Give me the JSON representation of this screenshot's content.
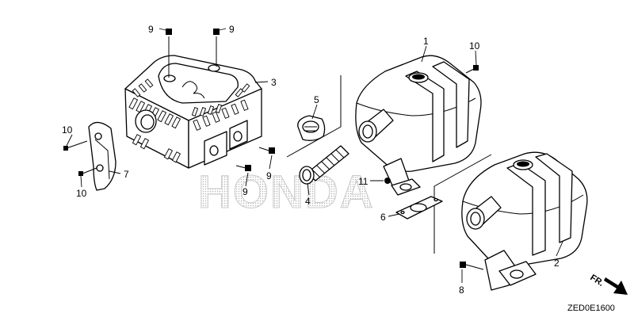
{
  "diagram": {
    "code": "ZED0E1600",
    "watermark": "HONDA",
    "direction": "FR.",
    "callouts": [
      "1",
      "2",
      "3",
      "4",
      "5",
      "6",
      "7",
      "8",
      "9",
      "9",
      "9",
      "9",
      "10",
      "10",
      "10",
      "11"
    ]
  }
}
